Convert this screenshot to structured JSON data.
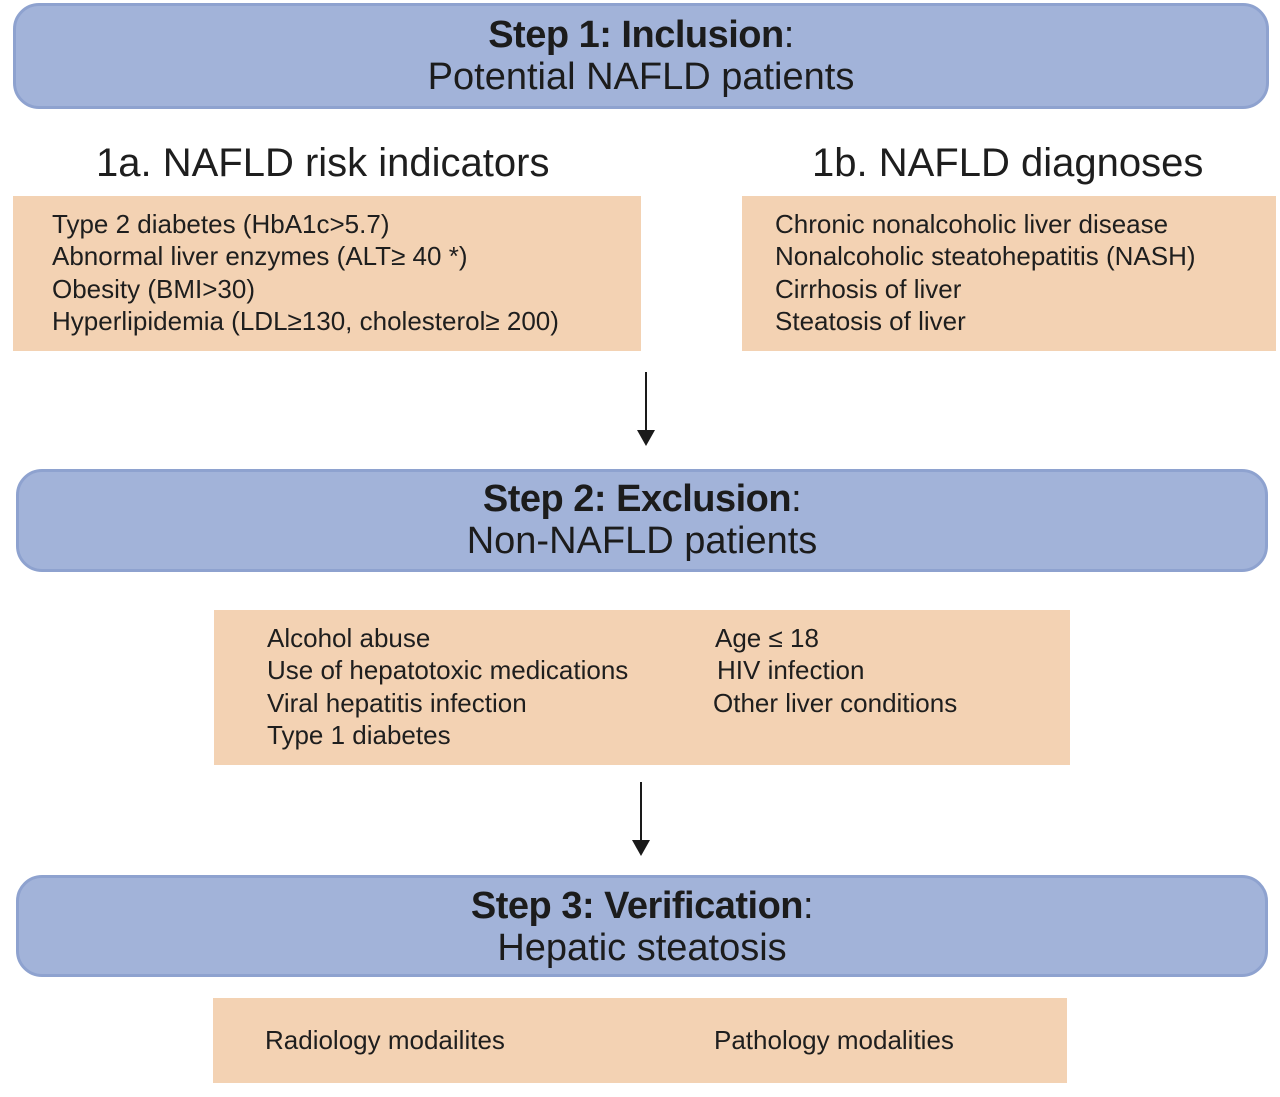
{
  "step1": {
    "title": "Step 1:  Inclusion",
    "colon": ":",
    "subtitle": "Potential NAFLD patients"
  },
  "col_a": {
    "heading": "1a. NAFLD risk indicators",
    "items": [
      "Type 2 diabetes (HbA1c>5.7)",
      "Abnormal liver enzymes (ALT≥ 40 *)",
      "Obesity (BMI>30)",
      "Hyperlipidemia (LDL≥130, cholesterol≥ 200)"
    ]
  },
  "col_b": {
    "heading": "1b. NAFLD diagnoses",
    "items": [
      "Chronic nonalcoholic liver disease",
      "Nonalcoholic steatohepatitis (NASH)",
      "Cirrhosis of liver",
      "Steatosis of liver"
    ]
  },
  "step2": {
    "title": "Step 2: Exclusion",
    "colon": ":",
    "subtitle": "Non-NAFLD patients"
  },
  "exclusion": {
    "left": [
      "Alcohol abuse",
      "Use of hepatotoxic medications",
      "Viral hepatitis infection",
      "Type 1 diabetes"
    ],
    "right": [
      "Age ≤ 18",
      "HIV infection",
      "Other liver conditions"
    ]
  },
  "step3": {
    "title": "Step 3: Verification",
    "colon": ":",
    "subtitle": "Hepatic steatosis"
  },
  "verification": {
    "left": "Radiology modailites",
    "right": "Pathology modalities"
  },
  "colors": {
    "step_fill": "#a2b3d9",
    "box_fill": "#f3d2b3"
  }
}
